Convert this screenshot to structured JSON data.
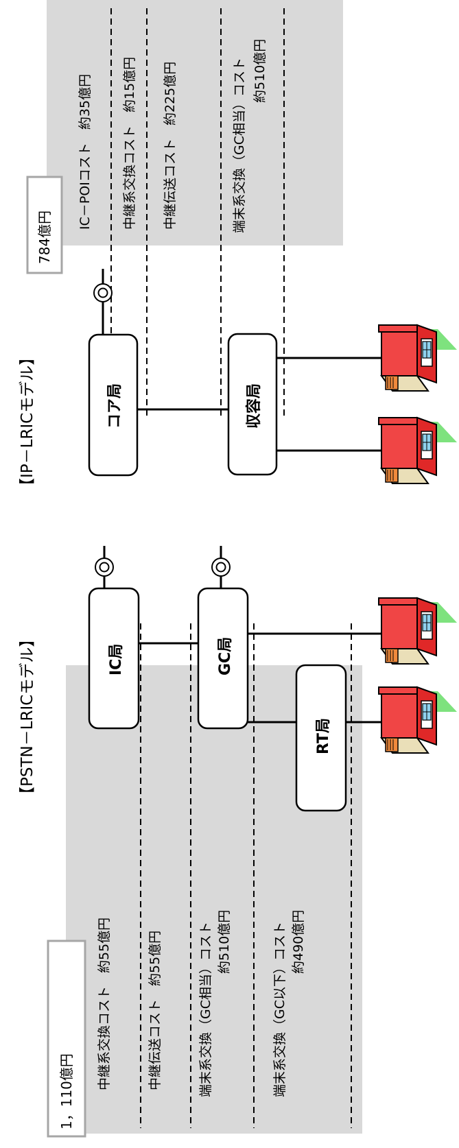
{
  "pstn": {
    "title": "【PSTN－LRICモデル】",
    "total": "1，110億円",
    "nodes": {
      "ic": "IC局",
      "gc": "GC局",
      "rt": "RT局"
    },
    "costs": [
      "中継系交換コスト　約55億円",
      "中継伝送コスト　約55億円",
      "端末系交換（GC相当）コスト",
      "約510億円",
      "端末系交換（GC以下）コスト",
      "約490億円"
    ]
  },
  "ip": {
    "title": "【IP－LRICモデル】",
    "total": "784億円",
    "nodes": {
      "core": "コア局",
      "access": "収容局"
    },
    "costs": [
      "IC－POIコスト　約35億円",
      "中継系交換コスト　約15億円",
      "中継伝送コスト　約225億円",
      "端末系交換（GC相当）コスト",
      "約510億円"
    ]
  },
  "colors": {
    "panel": "#d9d9d9",
    "total_border": "#a6a6a6",
    "house_wall": "#f04545",
    "house_roof": "#e02828",
    "house_window": "#8fd2ee",
    "house_door": "#f08a3c",
    "grass": "#7ee27e"
  }
}
